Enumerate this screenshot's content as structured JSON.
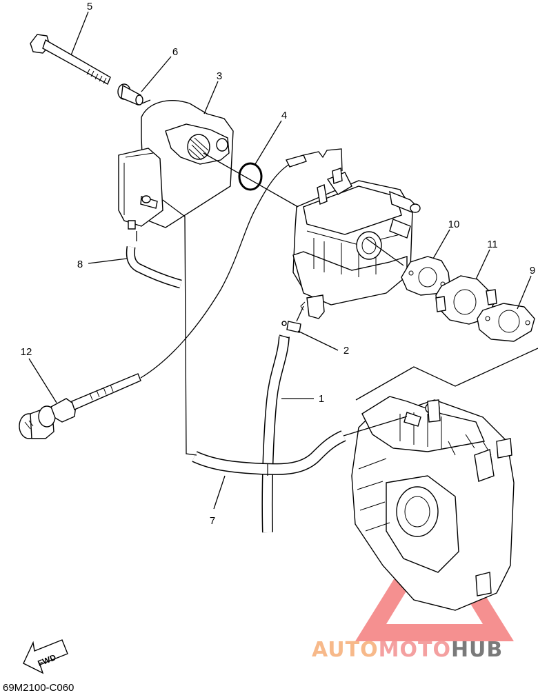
{
  "diagram_code": "69M2100-C060",
  "fwd_label": "FWD",
  "watermark": {
    "part_a": "AUTO",
    "part_b": "MOTO",
    "part_c": "HUB",
    "color_a": "#f7b98a",
    "color_b": "#f4a0a0",
    "color_c": "#7a7a7a",
    "triangle_color": "#f26b6b"
  },
  "callouts": [
    {
      "id": "callout-5",
      "label": "5"
    },
    {
      "id": "callout-6",
      "label": "6"
    },
    {
      "id": "callout-3",
      "label": "3"
    },
    {
      "id": "callout-4",
      "label": "4"
    },
    {
      "id": "callout-10",
      "label": "10"
    },
    {
      "id": "callout-11",
      "label": "11"
    },
    {
      "id": "callout-9",
      "label": "9"
    },
    {
      "id": "callout-8",
      "label": "8"
    },
    {
      "id": "callout-2",
      "label": "2"
    },
    {
      "id": "callout-12",
      "label": "12"
    },
    {
      "id": "callout-1",
      "label": "1"
    },
    {
      "id": "callout-7",
      "label": "7"
    }
  ]
}
